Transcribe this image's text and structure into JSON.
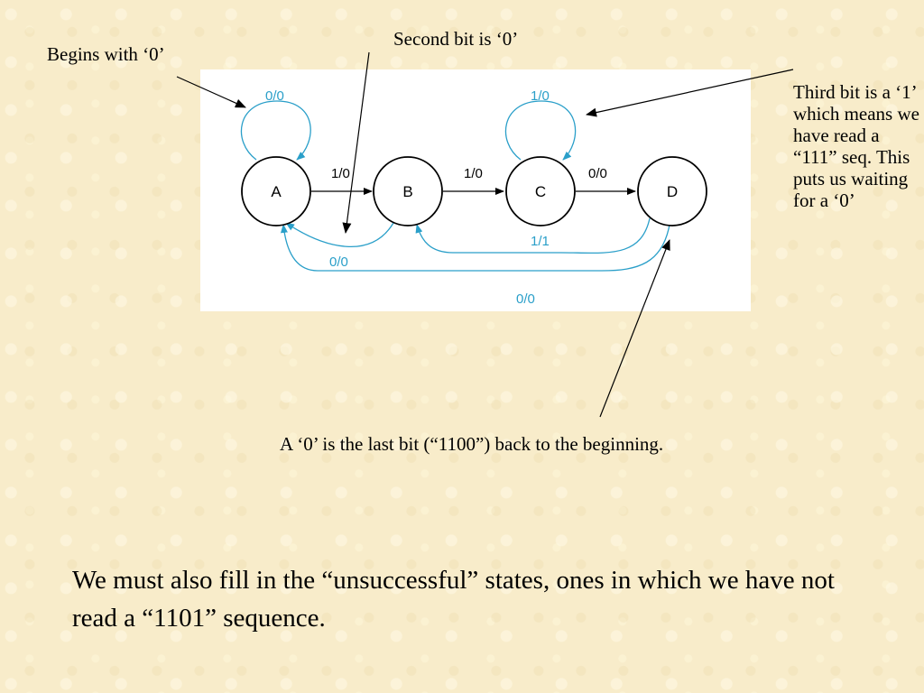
{
  "annotations": {
    "begins_with": "Begins with ‘0’",
    "second_bit": "Second bit is ‘0’",
    "third_bit": "Third bit is a ‘1’ which means we have read a “111” seq. This puts us waiting for a ‘0’",
    "last_bit": "A ‘0’ is the last bit (“1100”) back to the beginning."
  },
  "bottom_text": "We must also fill in the “unsuccessful” states, ones in which we have not read a “1101” sequence.",
  "diagram": {
    "states": [
      "A",
      "B",
      "C",
      "D"
    ],
    "transitions": [
      {
        "from": "A",
        "to": "A",
        "label": "0/0"
      },
      {
        "from": "A",
        "to": "B",
        "label": "1/0"
      },
      {
        "from": "B",
        "to": "C",
        "label": "1/0"
      },
      {
        "from": "C",
        "to": "C",
        "label": "1/0"
      },
      {
        "from": "C",
        "to": "D",
        "label": "0/0"
      },
      {
        "from": "B",
        "to": "A",
        "label": "0/0"
      },
      {
        "from": "D",
        "to": "B",
        "label": "1/1"
      },
      {
        "from": "D",
        "to": "A",
        "label": "0/0"
      }
    ],
    "colors": {
      "feedback": "#2a9fc9",
      "forward": "#000000",
      "state_border": "#000000"
    }
  }
}
